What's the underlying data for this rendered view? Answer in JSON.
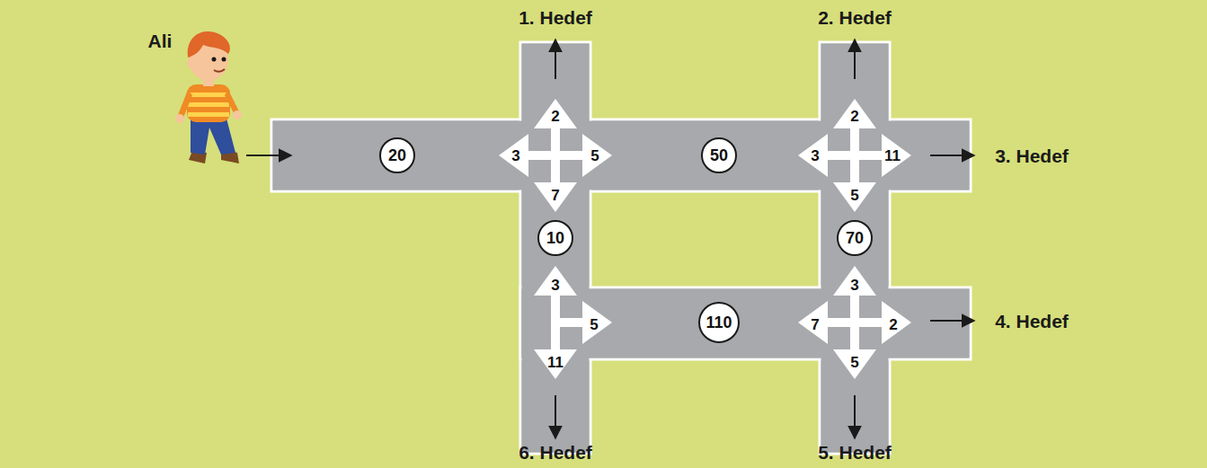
{
  "diagram": {
    "nodes": [
      {
        "text": [
          "20"
        ]
      },
      {
        "text": [
          "50"
        ]
      },
      {
        "text": [
          "10"
        ]
      },
      {
        "text": [
          "70"
        ]
      },
      {
        "text": [
          "110"
        ]
      }
    ],
    "labels": [
      "1. Hedef",
      "2. Hedef",
      "Ali",
      "2",
      "2",
      "3",
      "5",
      "3",
      "11",
      "3. Hedef",
      "7",
      "5",
      "3",
      "3",
      "5",
      "7",
      "2",
      "4. Hedef",
      "11",
      "5",
      "6. Hedef",
      "5. Hedef"
    ]
  }
}
